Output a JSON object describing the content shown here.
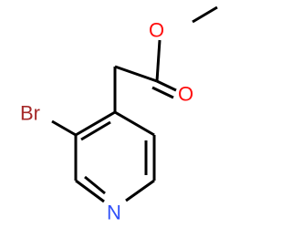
{
  "molecule": {
    "atoms": {
      "oxygen_ester": {
        "symbol": "O",
        "color": "#FF0D0D"
      },
      "oxygen_carbonyl": {
        "symbol": "O",
        "color": "#FF0D0D"
      },
      "bromine": {
        "symbol": "Br",
        "color": "#A62929"
      },
      "nitrogen": {
        "symbol": "N",
        "color": "#3050F8"
      }
    }
  }
}
